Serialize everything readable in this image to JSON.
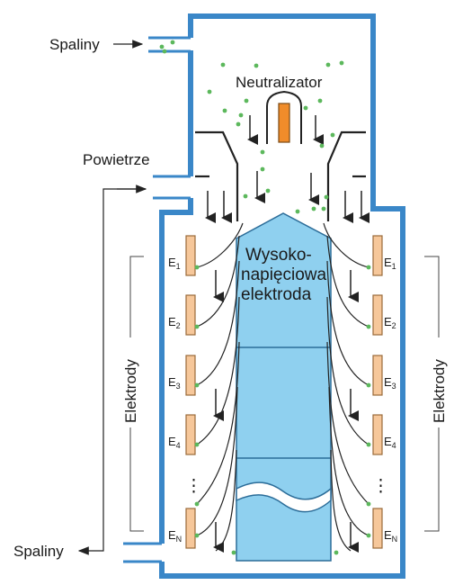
{
  "labels": {
    "exhaust_in": "Spaliny",
    "air_in": "Powietrze",
    "neutralizer": "Neutralizator",
    "hv_electrode_line1": "Wysoko-",
    "hv_electrode_line2": "napięciowa",
    "hv_electrode_line3": "elektroda",
    "electrodes_left": "Elektrody",
    "electrodes_right": "Elektrody",
    "exhaust_out": "Spaliny"
  },
  "electrodes": [
    {
      "letter": "E",
      "sub": "1"
    },
    {
      "letter": "E",
      "sub": "2"
    },
    {
      "letter": "E",
      "sub": "3"
    },
    {
      "letter": "E",
      "sub": "4"
    },
    {
      "letter": "E",
      "sub": "N"
    }
  ],
  "ellipsis": "⋮",
  "colors": {
    "wall": "#3a87c8",
    "hv_fill": "#8fd0ef",
    "hv_stroke": "#2c6d99",
    "electrode_fill": "#f6c79a",
    "electrode_stroke": "#9a6a3a",
    "neutralizer_rod": "#f08c2a",
    "particle": "#5cb85c",
    "line": "#222222"
  }
}
